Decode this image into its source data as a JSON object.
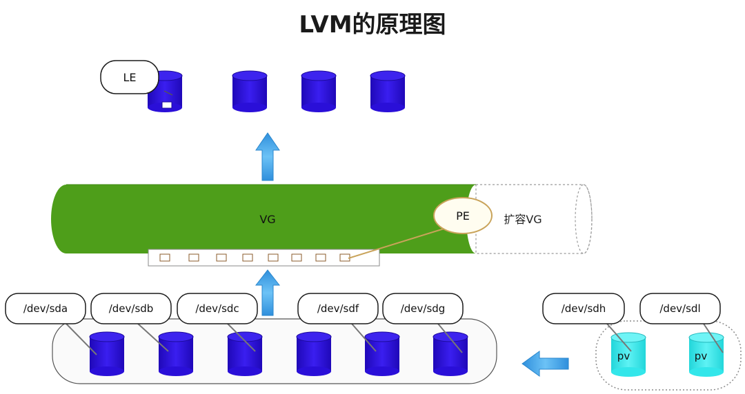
{
  "title": "LVM的原理图",
  "le_label": "LE",
  "vg_label": "VG",
  "pe_label": "PE",
  "expand_label": "扩容VG",
  "devices": [
    {
      "name": "/dev/sda"
    },
    {
      "name": "/dev/sdb"
    },
    {
      "name": "/dev/sdc"
    },
    {
      "name": "/dev/sdf"
    },
    {
      "name": "/dev/sdg"
    }
  ],
  "new_devices": [
    {
      "name": "/dev/sdh",
      "pv": "pv"
    },
    {
      "name": "/dev/sdl",
      "pv": "pv"
    }
  ],
  "colors": {
    "disk": "#2a0fd8",
    "disk_edge": "#1c0a9a",
    "pv_disk": "#33e6ea",
    "vg_green": "#4a9a18",
    "arrow_blue": "#3aa0e8",
    "callout_fill": "#ffffff",
    "pe_callout_fill": "#fffdf0",
    "pe_callout_stroke": "#c9a35a"
  }
}
